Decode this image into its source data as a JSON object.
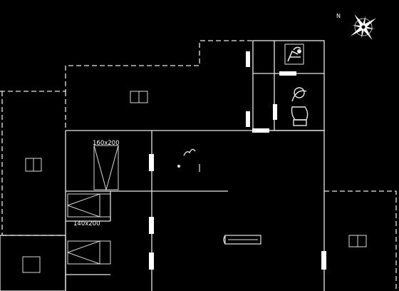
{
  "compass": {
    "north_label": "N",
    "icon": "compass-rose-icon"
  },
  "beds": [
    {
      "label": "160x200"
    },
    {
      "label": "140x200"
    }
  ],
  "icons": {
    "shower": "shower-icon",
    "toilet": "toilet-icon",
    "stove": "stove-icon",
    "sink": "kitchen-sink-icon",
    "terrace": "terrace-chair-icon"
  },
  "colors": {
    "background": "#000000",
    "lines": "#e6e6e6",
    "doors": "#ffffff"
  }
}
